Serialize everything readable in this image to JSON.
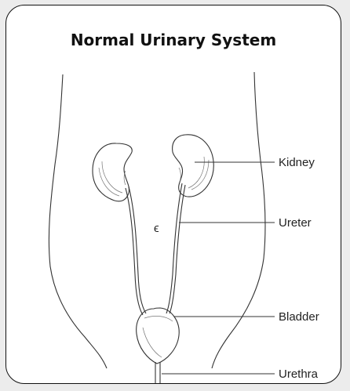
{
  "diagram": {
    "title": "Normal Urinary System",
    "labels": {
      "kidney": "Kidney",
      "ureter": "Ureter",
      "bladder": "Bladder",
      "urethra": "Urethra",
      "navel_mark": "ϵ"
    }
  }
}
